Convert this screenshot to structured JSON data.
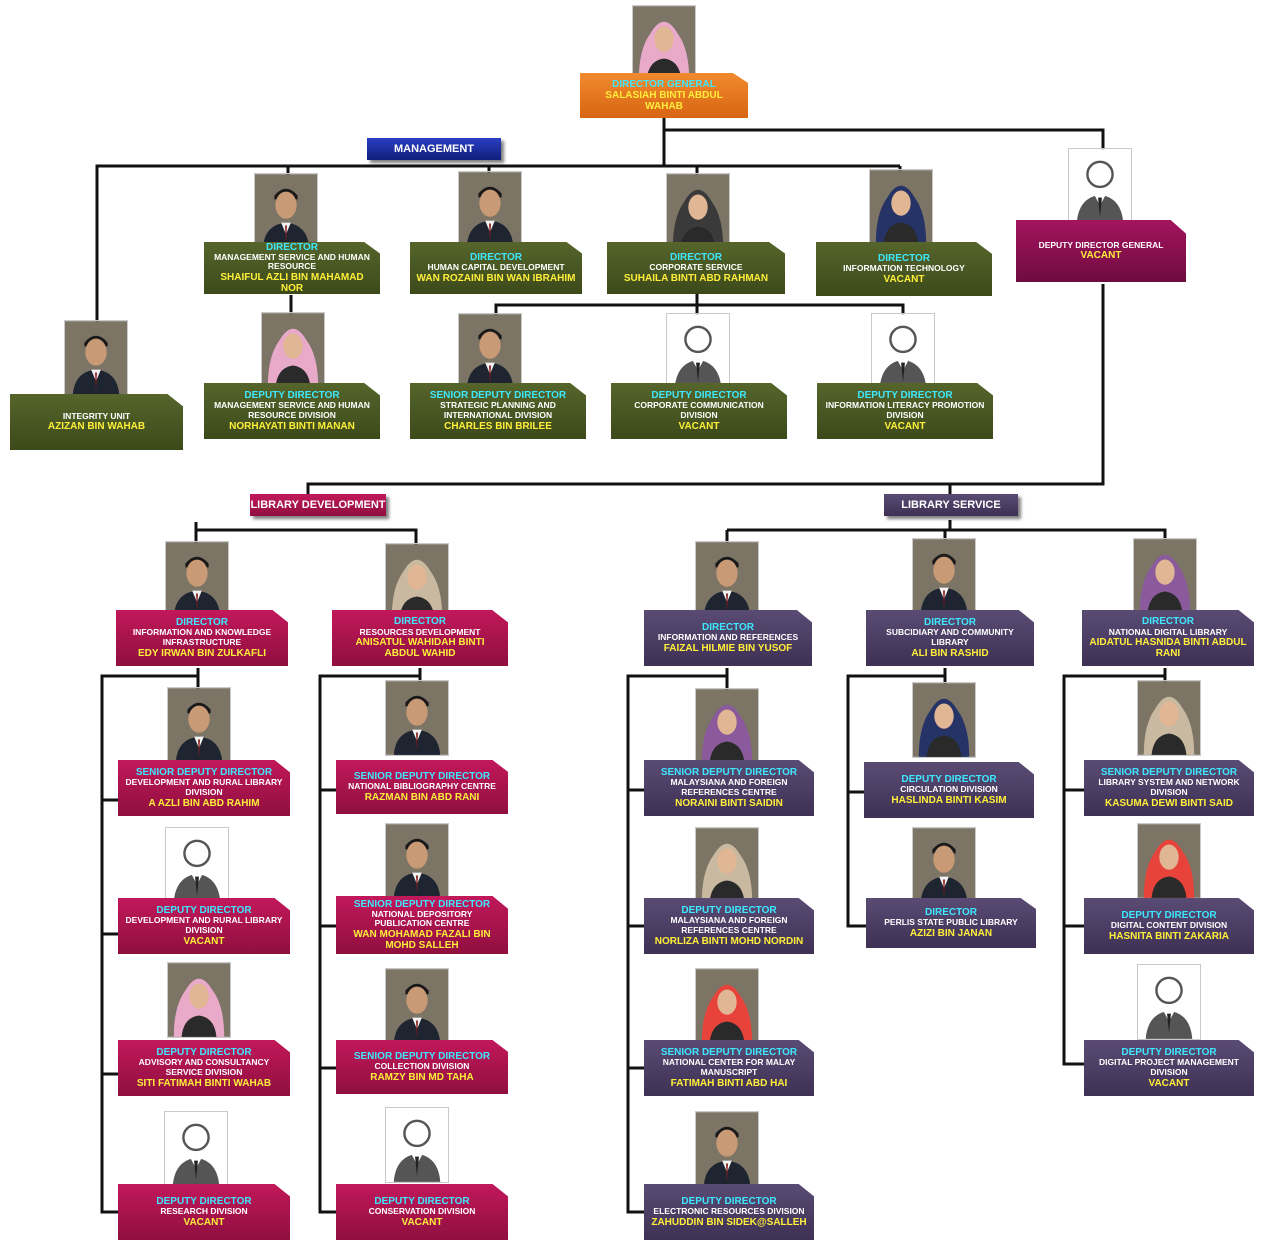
{
  "sections": {
    "management": "MANAGEMENT",
    "library_development": "LIBRARY DEVELOPMENT",
    "library_service": "LIBRARY SERVICE"
  },
  "nodes": [
    {
      "id": "dg",
      "color": "orange",
      "photo": "female-hijab",
      "title": "DIRECTOR GENERAL",
      "dept": "",
      "name": "SALASIAH BINTI ABDUL WAHAB"
    },
    {
      "id": "ddg",
      "color": "plum",
      "photo": "placeholder",
      "title": "",
      "dept": "DEPUTY DIRECTOR GENERAL",
      "name": "VACANT"
    },
    {
      "id": "integrity",
      "color": "olive",
      "photo": "male",
      "title": "",
      "dept": "INTEGRITY UNIT",
      "name": "AZIZAN BIN WAHAB"
    },
    {
      "id": "msr",
      "color": "olive",
      "photo": "male",
      "title": "DIRECTOR",
      "dept": "MANAGEMENT SERVICE AND HUMAN RESOURCE",
      "name": "SHAIFUL AZLI BIN MAHAMAD NOR"
    },
    {
      "id": "hcd",
      "color": "olive",
      "photo": "male",
      "title": "DIRECTOR",
      "dept": "HUMAN CAPITAL DEVELOPMENT",
      "name": "WAN ROZAINI BIN WAN IBRAHIM"
    },
    {
      "id": "cs",
      "color": "olive",
      "photo": "female-hijab",
      "title": "DIRECTOR",
      "dept": "CORPORATE SERVICE",
      "name": "SUHAILA BINTI ABD RAHMAN"
    },
    {
      "id": "it",
      "color": "olive",
      "photo": "female-hijab",
      "title": "DIRECTOR",
      "dept": "INFORMATION TECHNOLOGY",
      "name": "VACANT"
    },
    {
      "id": "msr_dd",
      "color": "olive",
      "photo": "female-hijab",
      "title": "DEPUTY DIRECTOR",
      "dept": "MANAGEMENT SERVICE AND HUMAN RESOURCE DIVISION",
      "name": "NORHAYATI BINTI MANAN"
    },
    {
      "id": "spi",
      "color": "olive",
      "photo": "male",
      "title": "SENIOR DEPUTY DIRECTOR",
      "dept": "STRATEGIC PLANNING AND INTERNATIONAL DIVISION",
      "name": "CHARLES BIN BRILEE"
    },
    {
      "id": "ccd",
      "color": "olive",
      "photo": "placeholder",
      "title": "DEPUTY DIRECTOR",
      "dept": "CORPORATE COMMUNICATION DIVISION",
      "name": "VACANT"
    },
    {
      "id": "ilp",
      "color": "olive",
      "photo": "placeholder",
      "title": "DEPUTY DIRECTOR",
      "dept": "INFORMATION LITERACY PROMOTION DIVISION",
      "name": "VACANT"
    },
    {
      "id": "iki",
      "color": "crimson",
      "photo": "male",
      "title": "DIRECTOR",
      "dept": "INFORMATION AND KNOWLEDGE INFRASTRUCTURE",
      "name": "EDY IRWAN BIN ZULKAFLI"
    },
    {
      "id": "drl1",
      "color": "crimson",
      "photo": "male",
      "title": "SENIOR DEPUTY DIRECTOR",
      "dept": "DEVELOPMENT AND RURAL LIBRARY DIVISION",
      "name": "A AZLI BIN ABD RAHIM"
    },
    {
      "id": "drl2",
      "color": "crimson",
      "photo": "placeholder",
      "title": "DEPUTY DIRECTOR",
      "dept": "DEVELOPMENT AND RURAL LIBRARY DIVISION",
      "name": "VACANT"
    },
    {
      "id": "acs",
      "color": "crimson",
      "photo": "female-hijab",
      "title": "DEPUTY DIRECTOR",
      "dept": "ADVISORY AND CONSULTANCY SERVICE DIVISION",
      "name": "SITI FATIMAH BINTI WAHAB"
    },
    {
      "id": "res",
      "color": "crimson",
      "photo": "placeholder",
      "title": "DEPUTY DIRECTOR",
      "dept": "RESEARCH DIVISION",
      "name": "VACANT"
    },
    {
      "id": "rd",
      "color": "crimson",
      "photo": "female-hijab",
      "title": "DIRECTOR",
      "dept": "RESOURCES DEVELOPMENT",
      "name": "ANISATUL WAHIDAH BINTI ABDUL WAHID"
    },
    {
      "id": "nbc",
      "color": "crimson",
      "photo": "male",
      "title": "SENIOR DEPUTY DIRECTOR",
      "dept": "NATIONAL BIBLIOGRAPHY CENTRE",
      "name": "RAZMAN BIN ABD RANI"
    },
    {
      "id": "ndp",
      "color": "crimson",
      "photo": "male",
      "title": "SENIOR DEPUTY DIRECTOR",
      "dept": "NATIONAL DEPOSITORY PUBLICATION CENTRE",
      "name": "WAN MOHAMAD FAZALI BIN MOHD SALLEH"
    },
    {
      "id": "col",
      "color": "crimson",
      "photo": "male",
      "title": "SENIOR DEPUTY DIRECTOR",
      "dept": "COLLECTION DIVISION",
      "name": "RAMZY BIN MD TAHA"
    },
    {
      "id": "con",
      "color": "crimson",
      "photo": "placeholder",
      "title": "DEPUTY DIRECTOR",
      "dept": "CONSERVATION DIVISION",
      "name": "VACANT"
    },
    {
      "id": "iar",
      "color": "slate",
      "photo": "male",
      "title": "DIRECTOR",
      "dept": "INFORMATION AND REFERENCES",
      "name": "FAIZAL HILMIE BIN YUSOF"
    },
    {
      "id": "maf1",
      "color": "slate",
      "photo": "female-hijab",
      "title": "SENIOR DEPUTY DIRECTOR",
      "dept": "MALAYSIANA AND FOREIGN REFERENCES CENTRE",
      "name": "NORAINI BINTI SAIDIN"
    },
    {
      "id": "maf2",
      "color": "slate",
      "photo": "female-hijab",
      "title": "DEPUTY DIRECTOR",
      "dept": "MALAYSIANA AND FOREIGN REFERENCES CENTRE",
      "name": "NORLIZA BINTI MOHD NORDIN"
    },
    {
      "id": "ncm",
      "color": "slate",
      "photo": "female-hijab",
      "title": "SENIOR DEPUTY DIRECTOR",
      "dept": "NATIONAL CENTER FOR MALAY MANUSCRIPT",
      "name": "FATIMAH BINTI ABD HAI"
    },
    {
      "id": "erd",
      "color": "slate",
      "photo": "male",
      "title": "DEPUTY DIRECTOR",
      "dept": "ELECTRONIC RESOURCES DIVISION",
      "name": "ZAHUDDIN BIN SIDEK@SALLEH"
    },
    {
      "id": "scl",
      "color": "slate",
      "photo": "male",
      "title": "DIRECTOR",
      "dept": "SUBCIDIARY AND COMMUNITY LIBRARY",
      "name": "ALI BIN RASHID"
    },
    {
      "id": "cir",
      "color": "slate",
      "photo": "female-hijab",
      "title": "DEPUTY DIRECTOR",
      "dept": "CIRCULATION DIVISION",
      "name": "HASLINDA BINTI KASIM"
    },
    {
      "id": "psp",
      "color": "slate",
      "photo": "male",
      "title": "DIRECTOR",
      "dept": "PERLIS STATE PUBLIC LIBRARY",
      "name": "AZIZI BIN JANAN"
    },
    {
      "id": "ndl",
      "color": "slate",
      "photo": "female-hijab",
      "title": "DIRECTOR",
      "dept": "NATIONAL DIGITAL LIBRARY",
      "name": "AIDATUL HASNIDA BINTI ABDUL RANI"
    },
    {
      "id": "lsn",
      "color": "slate",
      "photo": "female-hijab",
      "title": "SENIOR DEPUTY DIRECTOR",
      "dept": "LIBRARY SYSTEM AND NETWORK DIVISION",
      "name": "KASUMA DEWI BINTI SAID"
    },
    {
      "id": "dcd",
      "color": "slate",
      "photo": "female-hijab",
      "title": "DEPUTY DIRECTOR",
      "dept": "DIGITAL CONTENT DIVISION",
      "name": "HASNITA BINTI ZAKARIA"
    },
    {
      "id": "dpm",
      "color": "slate",
      "photo": "placeholder",
      "title": "DEPUTY DIRECTOR",
      "dept": "DIGITAL PROJECT MANAGEMENT DIVISION",
      "name": "VACANT"
    }
  ]
}
